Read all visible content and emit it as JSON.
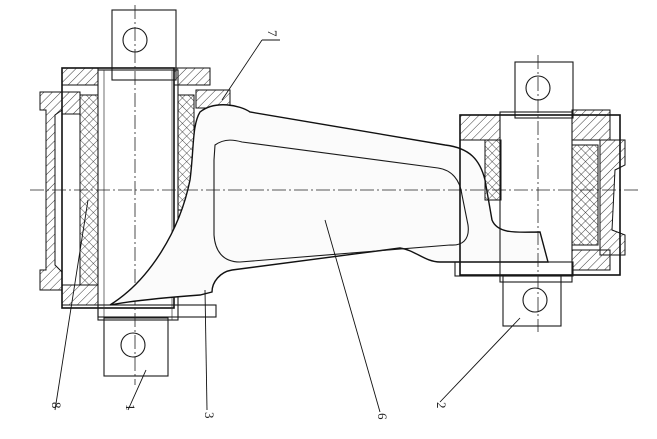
{
  "callouts": {
    "c8": "8",
    "c1": "1",
    "c3": "3",
    "c6": "6",
    "c2": "2",
    "c7": "7"
  },
  "icons": {
    "hatching": "section-hatch-pattern",
    "pin": "pin-circle-icon"
  }
}
